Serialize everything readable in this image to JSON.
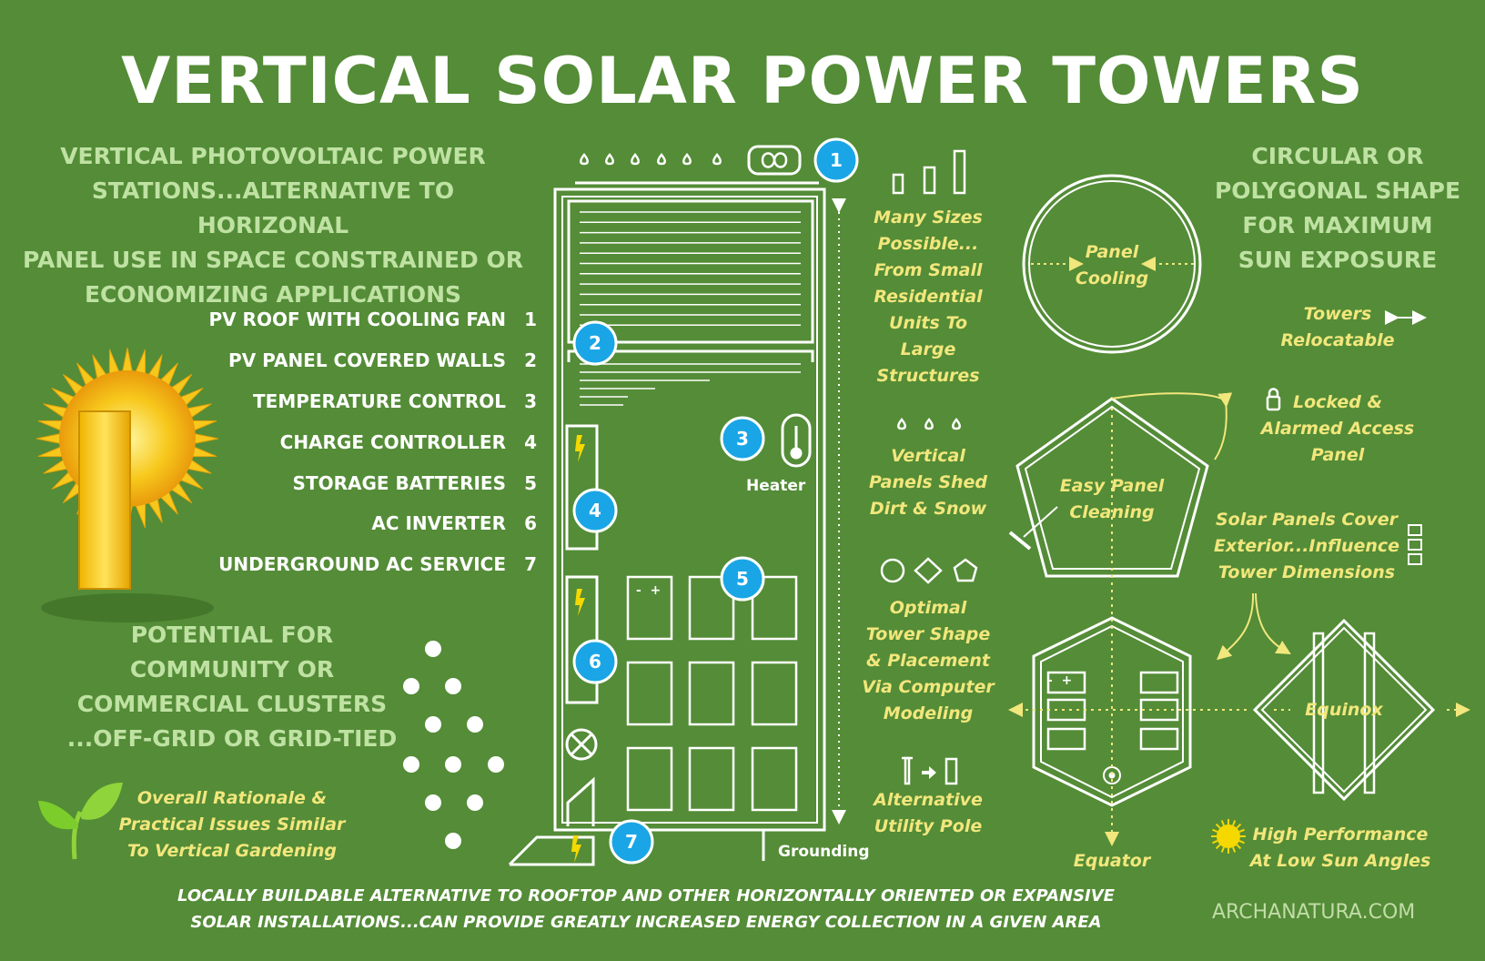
{
  "title": "VERTICAL SOLAR POWER TOWERS",
  "intro": [
    "VERTICAL PHOTOVOLTAIC POWER",
    "STATIONS...ALTERNATIVE TO HORIZONAL",
    "PANEL USE IN SPACE CONSTRAINED OR",
    "ECONOMIZING APPLICATIONS"
  ],
  "components": [
    {
      "label": "PV ROOF WITH COOLING FAN",
      "num": "1"
    },
    {
      "label": "PV PANEL COVERED WALLS",
      "num": "2"
    },
    {
      "label": "TEMPERATURE CONTROL",
      "num": "3"
    },
    {
      "label": "CHARGE CONTROLLER",
      "num": "4"
    },
    {
      "label": "STORAGE BATTERIES",
      "num": "5"
    },
    {
      "label": "AC INVERTER",
      "num": "6"
    },
    {
      "label": "UNDERGROUND AC SERVICE",
      "num": "7"
    }
  ],
  "clusters": [
    "POTENTIAL FOR",
    "COMMUNITY OR",
    "COMMERCIAL CLUSTERS",
    "...OFF-GRID OR GRID-TIED"
  ],
  "rationale": [
    "Overall Rationale &",
    "Practical Issues Similar",
    "To Vertical Gardening"
  ],
  "tower": {
    "badges": [
      "1",
      "2",
      "3",
      "4",
      "5",
      "6",
      "7"
    ],
    "heater": "Heater",
    "grounding": "Grounding",
    "battery_terminals": "-  +"
  },
  "mid_notes": {
    "sizes": [
      "Many Sizes",
      "Possible...",
      "From Small",
      "Residential",
      "Units To",
      "Large",
      "Structures"
    ],
    "shed": [
      "Vertical",
      "Panels Shed",
      "Dirt & Snow"
    ],
    "shape": [
      "Optimal",
      "Tower Shape",
      "& Placement",
      "Via Computer",
      "Modeling"
    ],
    "pole": [
      "Alternative",
      "Utility Pole"
    ]
  },
  "circular": [
    "CIRCULAR OR",
    "POLYGONAL SHAPE",
    "FOR MAXIMUM",
    "SUN EXPOSURE"
  ],
  "right_notes": {
    "panel_cooling": [
      "Panel",
      "Cooling"
    ],
    "relocatable": [
      "Towers",
      "Relocatable"
    ],
    "locked": [
      "Locked &",
      "Alarmed Access",
      "Panel"
    ],
    "easy_cleaning": [
      "Easy Panel",
      "Cleaning"
    ],
    "cover": [
      "Solar Panels Cover",
      "Exterior...Influence",
      "Tower Dimensions"
    ],
    "equinox": "Equinox",
    "equator": "Equator",
    "high_perf": [
      "High Performance",
      "At Low Sun Angles"
    ]
  },
  "footer": [
    "LOCALLY BUILDABLE ALTERNATIVE TO ROOFTOP AND OTHER HORIZONTALLY ORIENTED OR EXPANSIVE",
    "SOLAR INSTALLATIONS...CAN PROVIDE GREATLY INCREASED ENERGY COLLECTION IN A GIVEN AREA"
  ],
  "credit": "ARCHANATURA.COM",
  "colors": {
    "background": "#548c37",
    "badge": "#1aa6e6",
    "yellow_text": "#f2e77c",
    "green_text": "#bfe2a3"
  }
}
